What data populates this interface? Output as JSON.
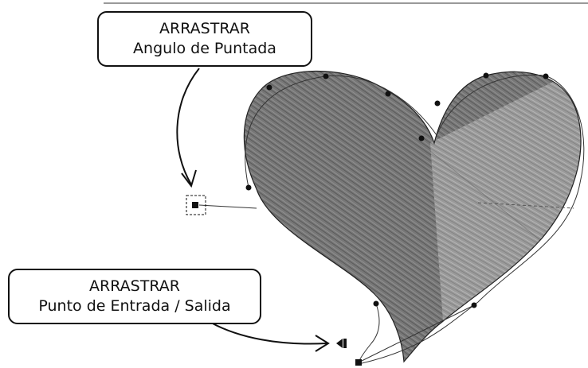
{
  "callouts": {
    "angle": {
      "line1": "ARRASTRAR",
      "line2": "Angulo de Puntada"
    },
    "entry": {
      "line1": "ARRASTRAR",
      "line2": "Punto de Entrada / Salida"
    }
  },
  "colors": {
    "heart_left": "#7b7b7b",
    "heart_right": "#9a9a9a",
    "outline": "#222222",
    "border": "#111111"
  }
}
